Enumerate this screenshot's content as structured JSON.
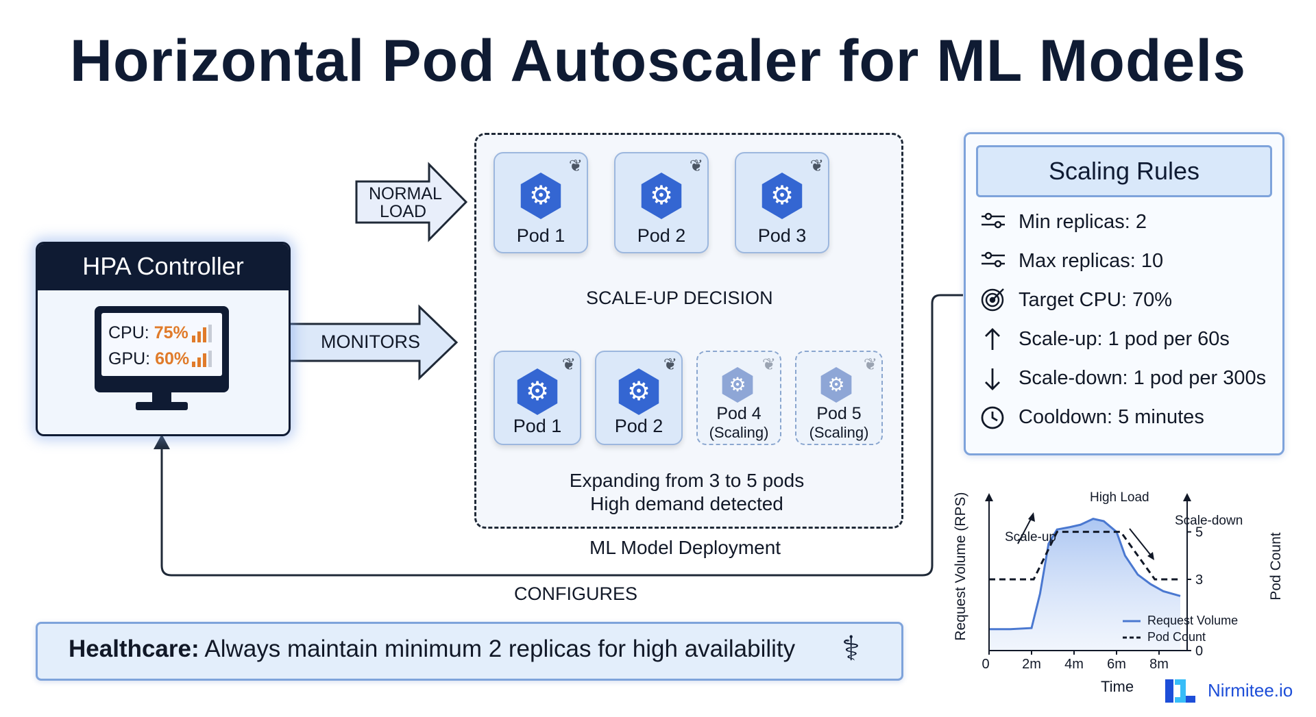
{
  "title": "Horizontal Pod Autoscaler for ML Models",
  "hpa": {
    "title": "HPA Controller",
    "cpu_label": "CPU:",
    "cpu_value": "75%",
    "gpu_label": "GPU:",
    "gpu_value": "60%"
  },
  "arrows": {
    "normal_load_1": "NORMAL",
    "normal_load_2": "LOAD",
    "monitors": "MONITORS",
    "configures": "CONFIGURES"
  },
  "deployment": {
    "label": "ML Model Deployment",
    "scale_up": "SCALE-UP DECISION",
    "top_pods": [
      "Pod 1",
      "Pod 2",
      "Pod 3"
    ],
    "bottom_pods": [
      "Pod 1",
      "Pod 2"
    ],
    "scaling_pods": [
      {
        "name": "Pod 4",
        "status": "(Scaling)"
      },
      {
        "name": "Pod 5",
        "status": "(Scaling)"
      }
    ],
    "expanding": "Expanding from 3 to 5 pods",
    "demand": "High demand detected"
  },
  "rules": {
    "title": "Scaling Rules",
    "items": [
      {
        "icon": "sliders-icon",
        "text": "Min replicas: 2"
      },
      {
        "icon": "sliders-icon",
        "text": "Max replicas: 10"
      },
      {
        "icon": "target-icon",
        "text": "Target CPU: 70%"
      },
      {
        "icon": "arrow-up-icon",
        "text": "Scale-up: 1 pod per 60s"
      },
      {
        "icon": "arrow-down-icon",
        "text": "Scale-down: 1 pod per 300s"
      },
      {
        "icon": "clock-icon",
        "text": "Cooldown: 5 minutes"
      }
    ]
  },
  "healthcare": {
    "bold": "Healthcare:",
    "text": " Always maintain minimum 2 replicas for high availability"
  },
  "brand": "Nirmitee.io",
  "chart_data": {
    "type": "line",
    "xlabel": "Time",
    "ylabel": "Request Volume (RPS)",
    "y2label": "Pod Count",
    "x_ticks": [
      "0",
      "2m",
      "4m",
      "6m",
      "8m"
    ],
    "y2_ticks": [
      "0",
      "3",
      "5"
    ],
    "xlim": [
      0,
      9
    ],
    "y2lim": [
      0,
      6
    ],
    "annotations": [
      "Scale-up",
      "High Load",
      "Scale-down"
    ],
    "legend": "bottom-right",
    "series": [
      {
        "name": "Request Volume",
        "style": "solid-area",
        "color": "#4a78d0",
        "x": [
          0,
          1,
          2,
          2.4,
          2.8,
          3.2,
          3.8,
          4.3,
          4.9,
          5.4,
          6,
          6.4,
          7,
          7.6,
          8.2,
          9
        ],
        "values": [
          0.9,
          0.9,
          0.95,
          2.4,
          4.5,
          5.1,
          5.2,
          5.3,
          5.55,
          5.45,
          5.0,
          4.0,
          3.2,
          2.8,
          2.5,
          2.3
        ]
      },
      {
        "name": "Pod Count",
        "style": "dashed",
        "color": "#111827",
        "x": [
          0,
          2.1,
          3.2,
          6.2,
          7.8,
          9
        ],
        "values": [
          3,
          3,
          5,
          5,
          3,
          3
        ]
      }
    ]
  }
}
